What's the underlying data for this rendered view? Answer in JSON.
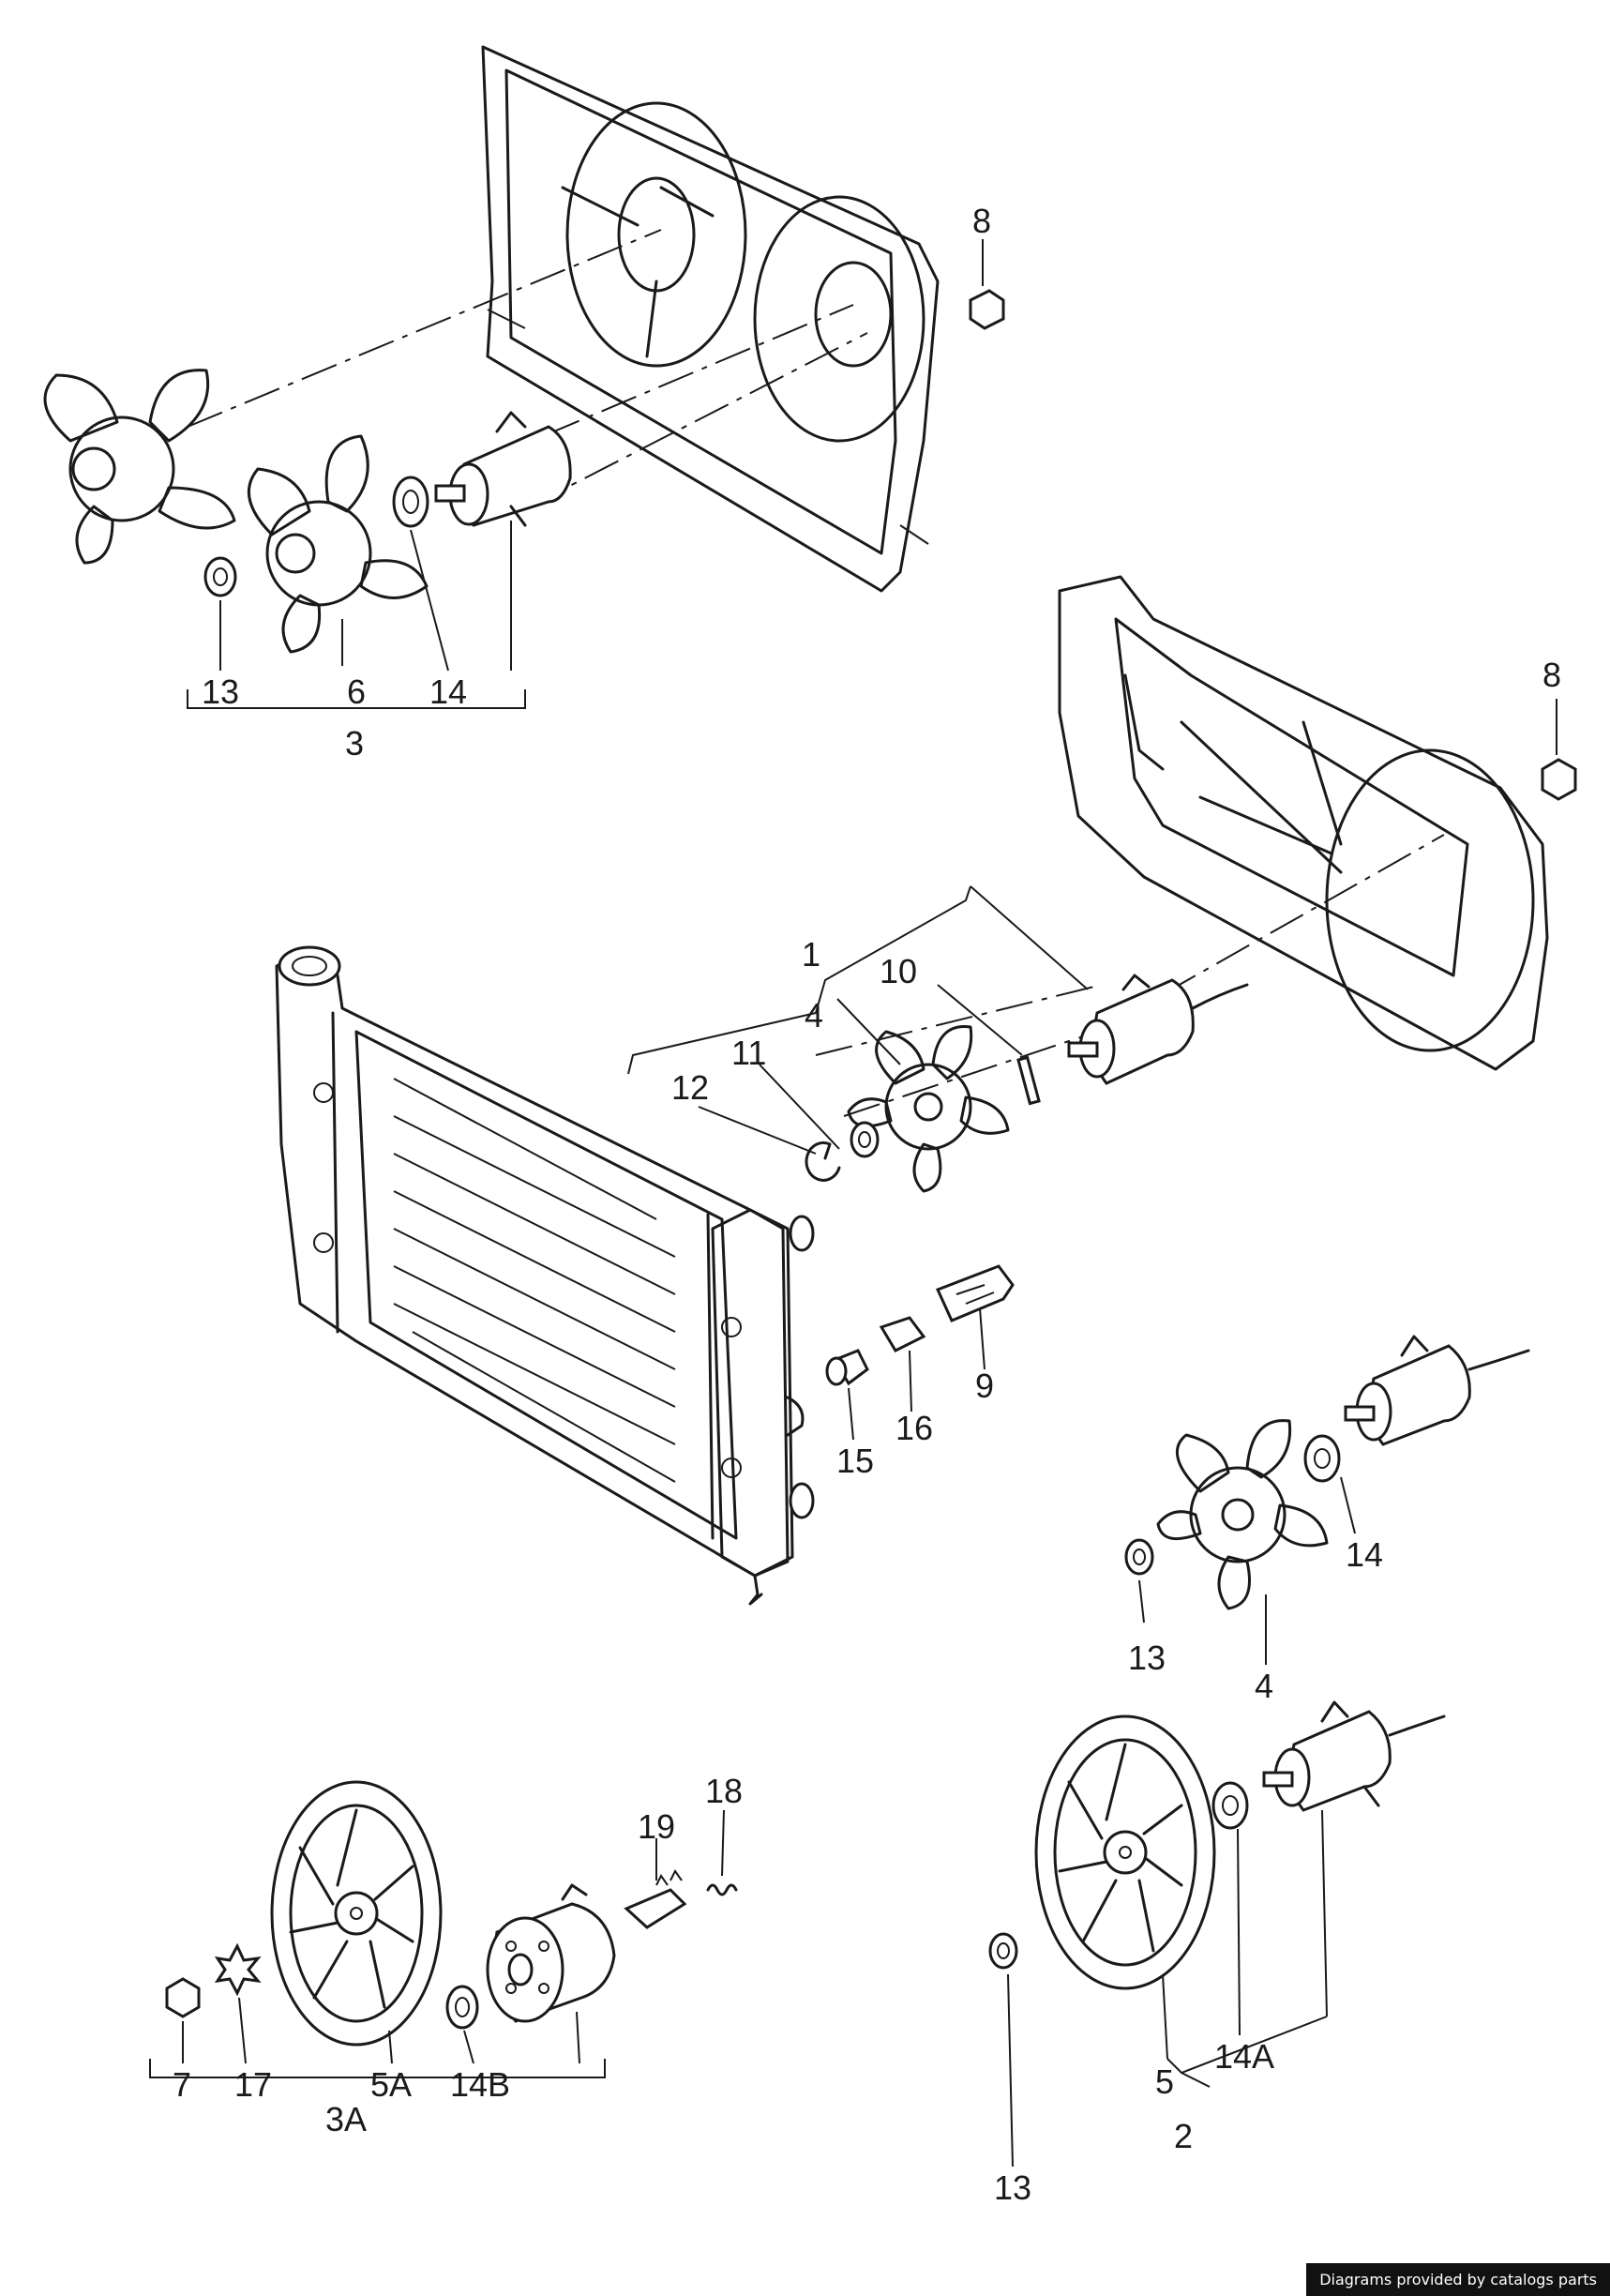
{
  "labels": {
    "l8a": "8",
    "l13a": "13",
    "l6": "6",
    "l14a": "14",
    "l3": "3",
    "l8b": "8",
    "l1": "1",
    "l10": "10",
    "l4a": "4",
    "l11": "11",
    "l12": "12",
    "l9": "9",
    "l16": "16",
    "l15": "15",
    "l14b": "14",
    "l13b": "13",
    "l4b": "4",
    "l18": "18",
    "l19": "19",
    "l7": "7",
    "l17": "17",
    "l5a": "5A",
    "l14B": "14B",
    "l3a": "3A",
    "l13c": "13",
    "l5": "5",
    "l14A": "14A",
    "l2": "2"
  },
  "credit": "Diagrams provided by catalogs parts"
}
